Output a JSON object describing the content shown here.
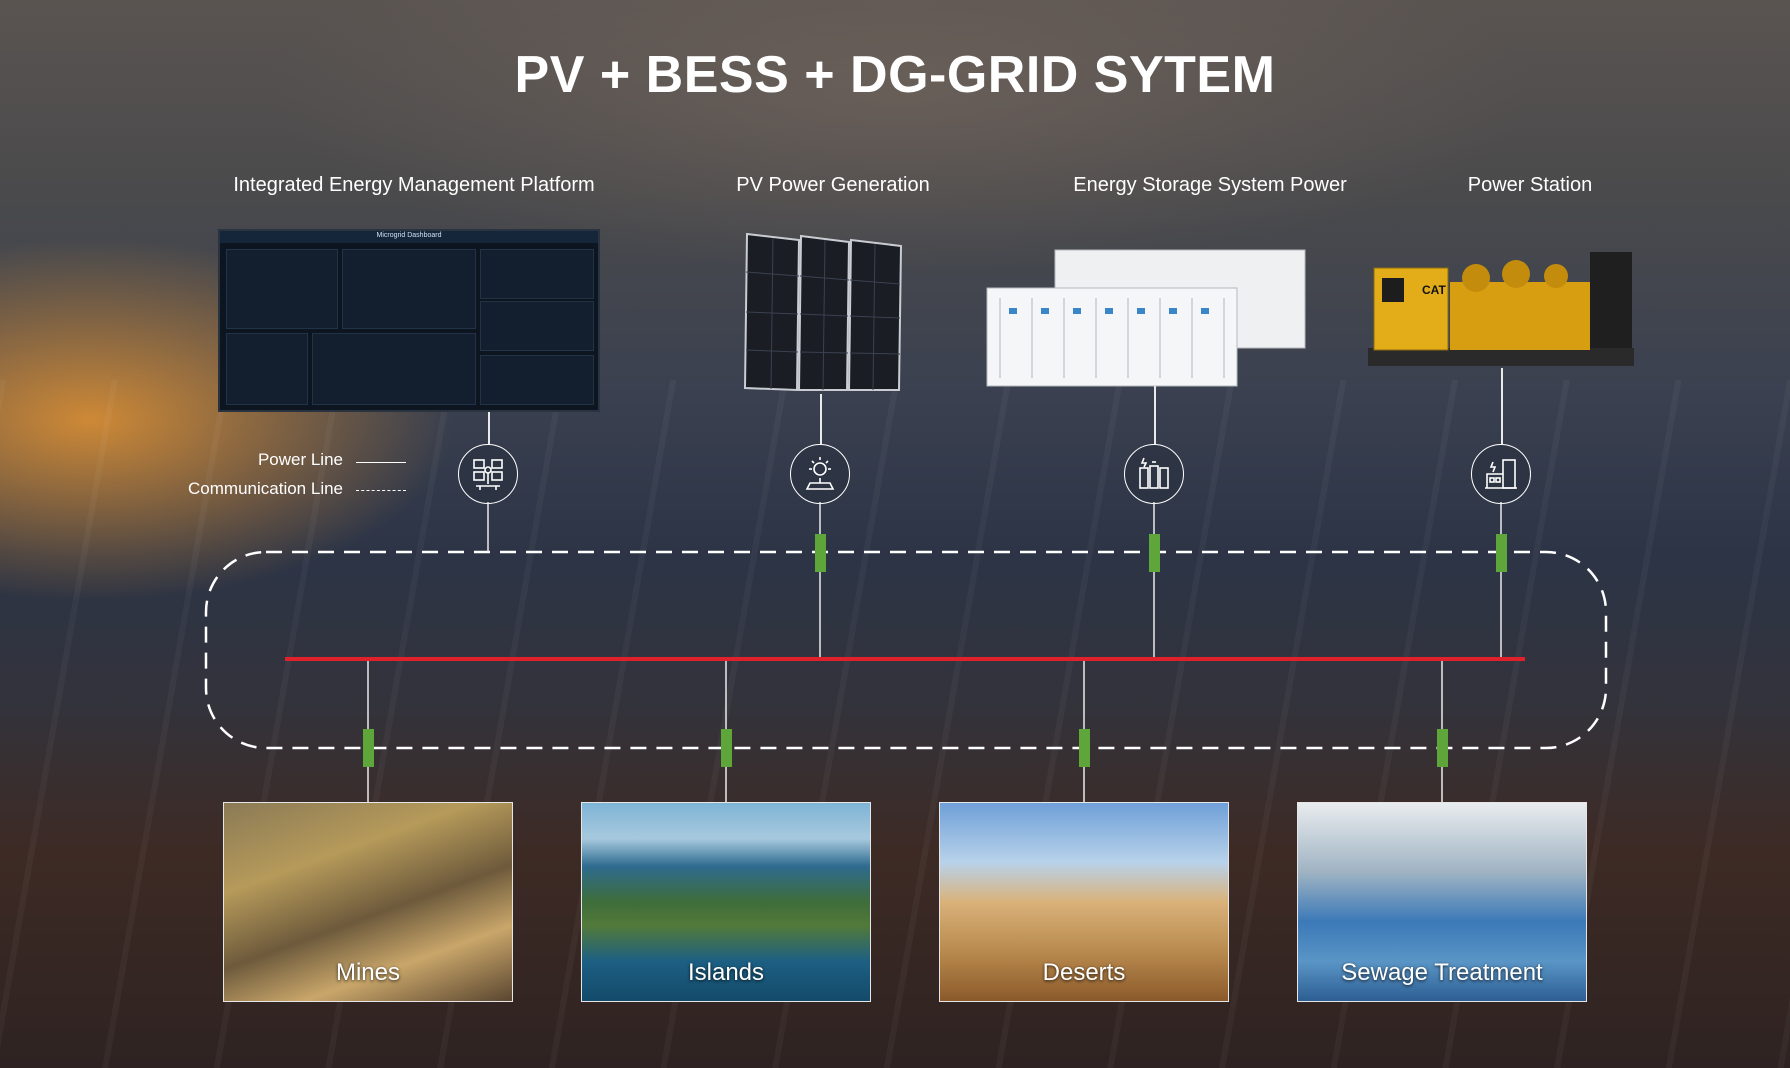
{
  "title": "PV + BESS + DG-GRID SYTEM",
  "columns": [
    {
      "label": "Integrated Energy Management Platform",
      "icon": "platform-icon"
    },
    {
      "label": "PV Power Generation",
      "icon": "sun-panel-icon"
    },
    {
      "label": "Energy Storage System Power",
      "icon": "battery-storage-icon"
    },
    {
      "label": "Power Station",
      "icon": "power-station-icon"
    }
  ],
  "legend": {
    "power_line": "Power Line",
    "communication_line": "Communication Line"
  },
  "applications": [
    {
      "label": "Mines"
    },
    {
      "label": "Islands"
    },
    {
      "label": "Deserts"
    },
    {
      "label": "Sewage Treatment"
    }
  ],
  "colors": {
    "bus_line": "#e0202a",
    "connector": "#5ea63a",
    "line": "#ffffff"
  },
  "dashboard": {
    "title": "Microgrid Dashboard"
  },
  "generator": {
    "brand": "CAT"
  }
}
